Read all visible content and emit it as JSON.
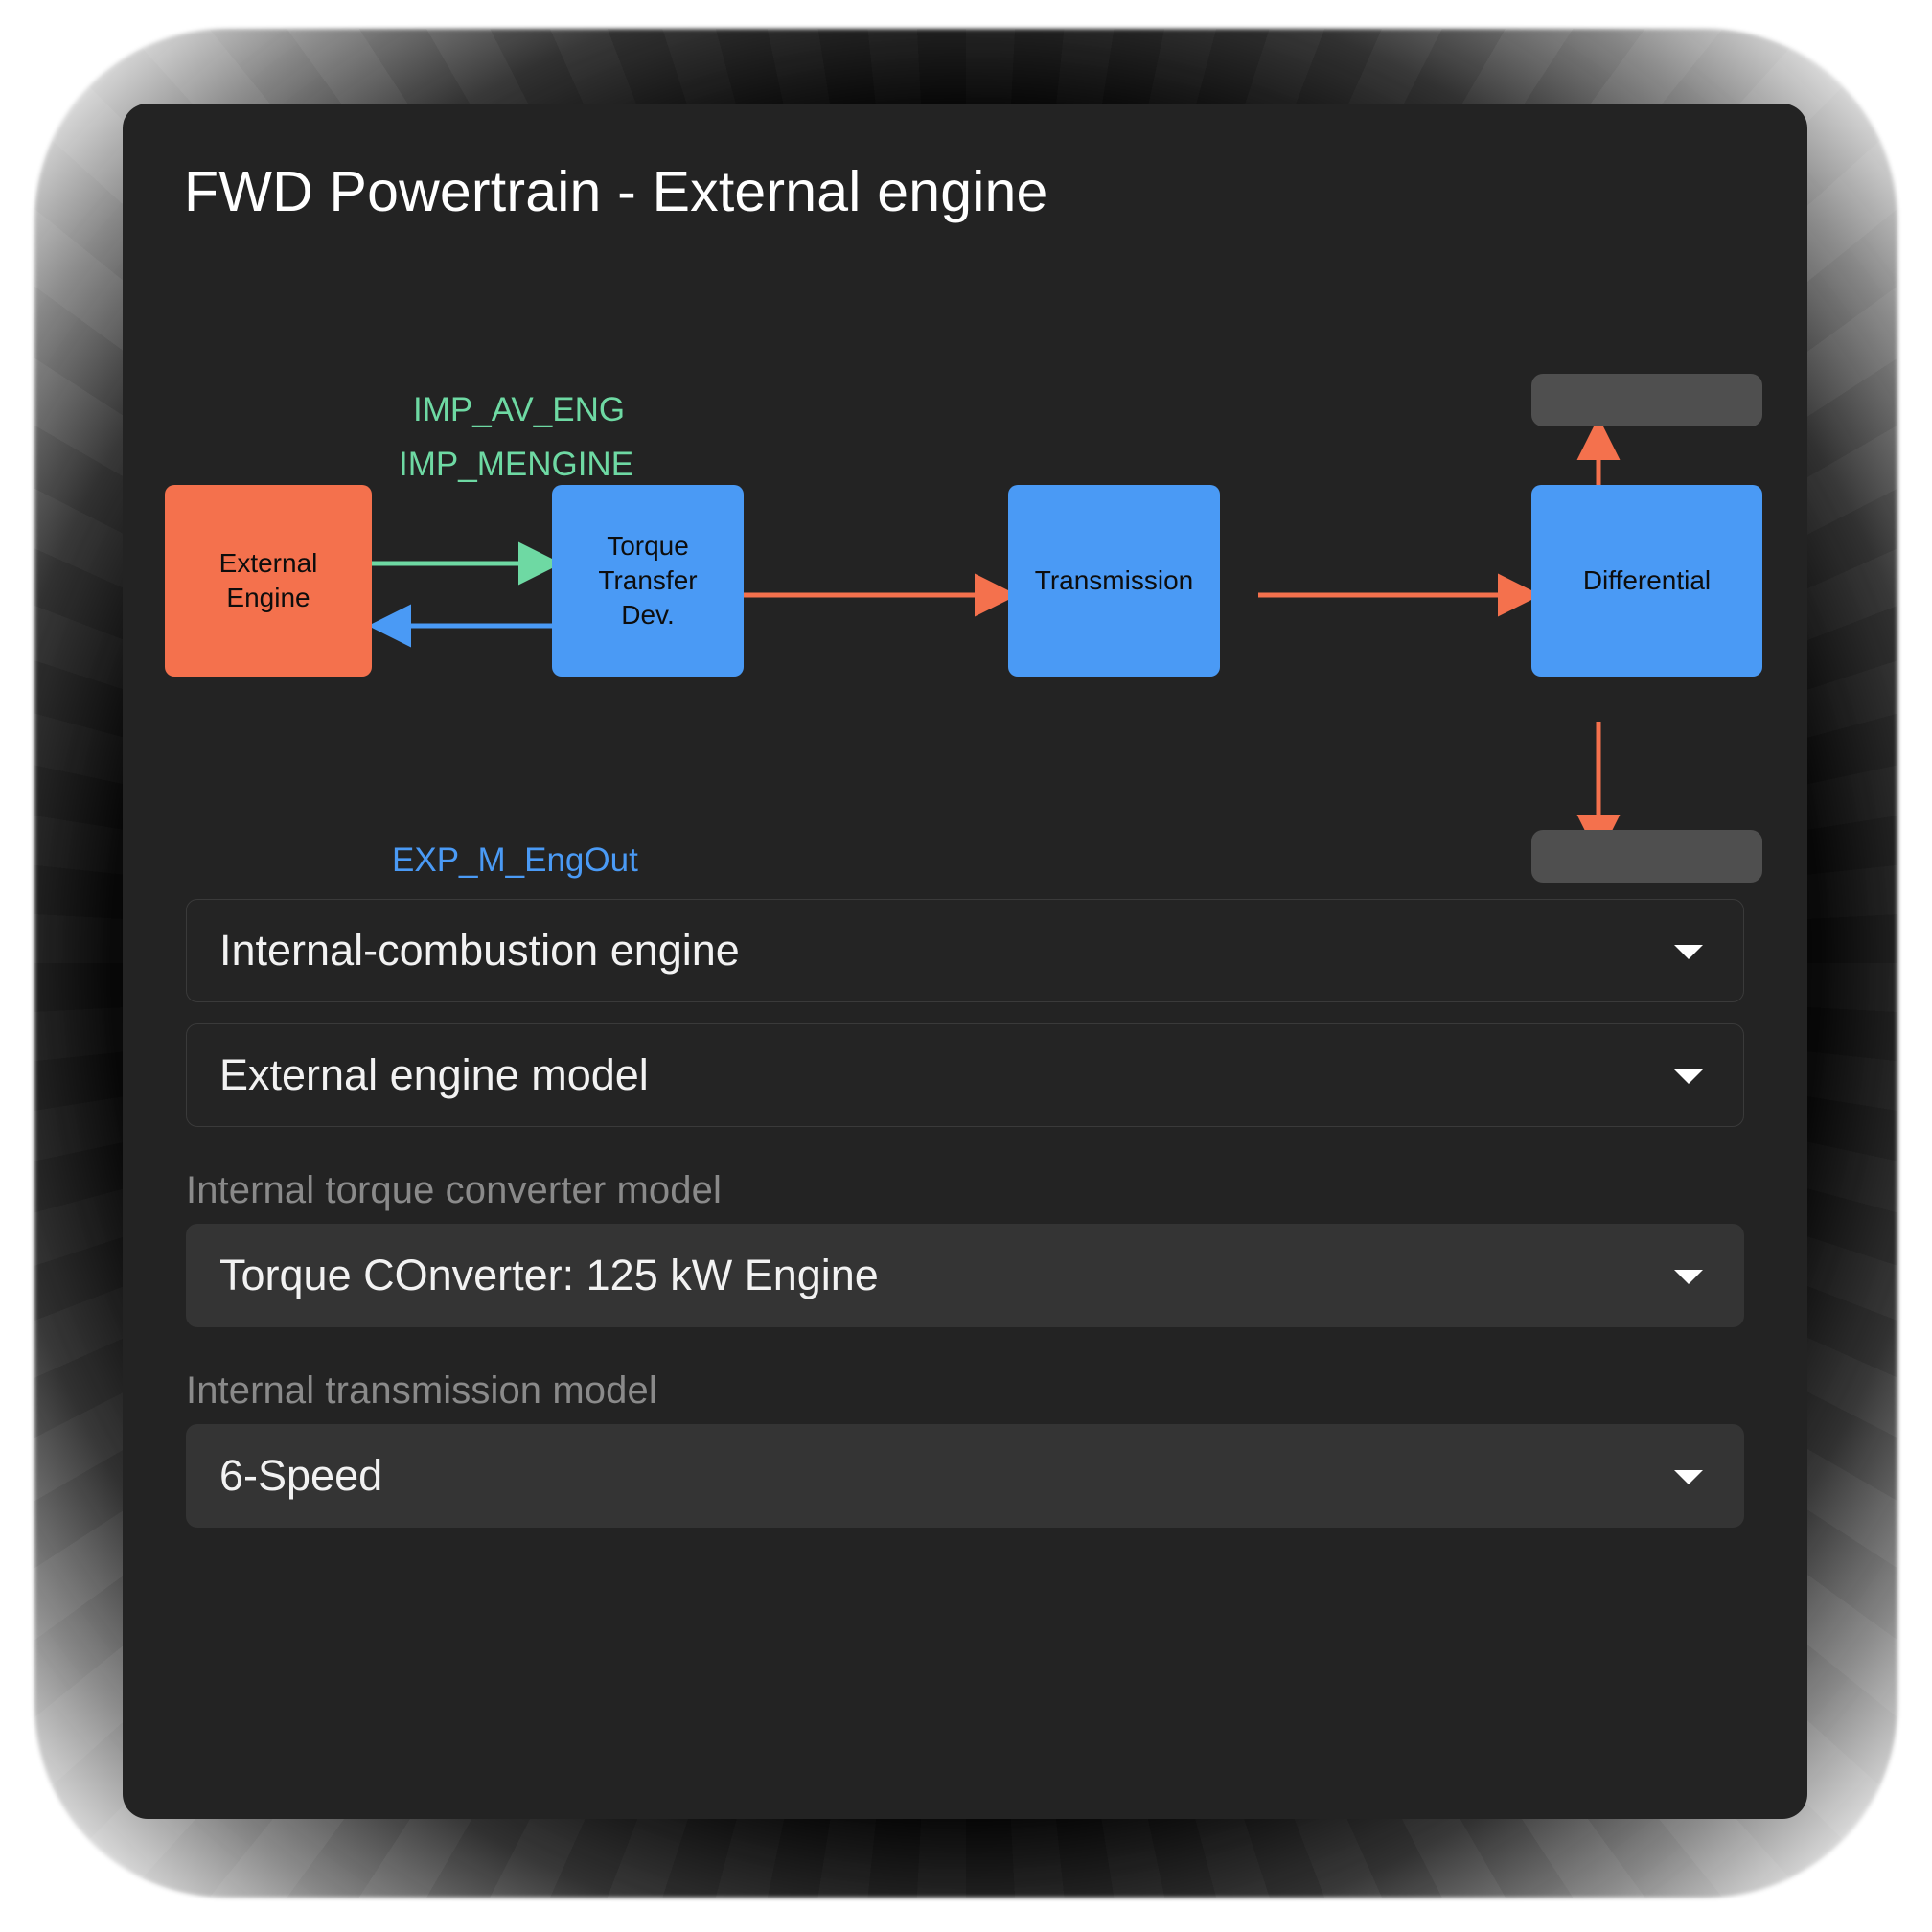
{
  "window": {
    "title": "FWD Powertrain - External engine",
    "background_color": "#232323",
    "page_background": "#ffffff"
  },
  "diagram": {
    "signal_labels": [
      {
        "text": "IMP_AV_ENG",
        "color": "#6ED9A3"
      },
      {
        "text": "IMP_MENGINE",
        "color": "#6ED9A3"
      },
      {
        "text": "EXP_M_EngOut",
        "color": "#4A9AF5"
      }
    ],
    "nodes": [
      {
        "id": "external-engine",
        "label": "External\nEngine",
        "line1": "External",
        "line2": "Engine",
        "color": "#F4714D"
      },
      {
        "id": "torque-transfer-dev",
        "label": "Torque Transfer Dev.",
        "line1": "Torque",
        "line2": "Transfer",
        "line3": "Dev.",
        "color": "#4A9AF5"
      },
      {
        "id": "transmission",
        "label": "Transmission",
        "color": "#4A9AF5"
      },
      {
        "id": "differential",
        "label": "Differential",
        "color": "#4A9AF5"
      },
      {
        "id": "wheel-top",
        "label": "",
        "color": "#4F4F4F"
      },
      {
        "id": "wheel-bottom",
        "label": "",
        "color": "#4F4F4F"
      }
    ],
    "connections": [
      {
        "from": "external-engine",
        "to": "torque-transfer-dev",
        "color": "#6ED9A3",
        "direction": "right"
      },
      {
        "from": "torque-transfer-dev",
        "to": "external-engine",
        "color": "#4A9AF5",
        "direction": "left"
      },
      {
        "from": "torque-transfer-dev",
        "to": "transmission",
        "color": "#F4714D",
        "direction": "right"
      },
      {
        "from": "transmission",
        "to": "differential",
        "color": "#F4714D",
        "direction": "right"
      },
      {
        "from": "differential",
        "to": "wheel-top",
        "color": "#F4714D",
        "direction": "up"
      },
      {
        "from": "differential",
        "to": "wheel-bottom",
        "color": "#F4714D",
        "direction": "down"
      }
    ]
  },
  "form": {
    "fields": [
      {
        "id": "engine-type",
        "label": "",
        "value": "Internal-combustion engine",
        "style": "outlined"
      },
      {
        "id": "engine-model",
        "label": "",
        "value": "External engine model",
        "style": "outlined"
      },
      {
        "id": "torque-converter-model",
        "label": "Internal torque converter model",
        "value": "Torque COnverter: 125 kW Engine",
        "style": "filled"
      },
      {
        "id": "transmission-model",
        "label": "Internal transmission model",
        "value": "6-Speed",
        "style": "filled"
      }
    ],
    "caret_icon": "chevron-down-icon"
  }
}
